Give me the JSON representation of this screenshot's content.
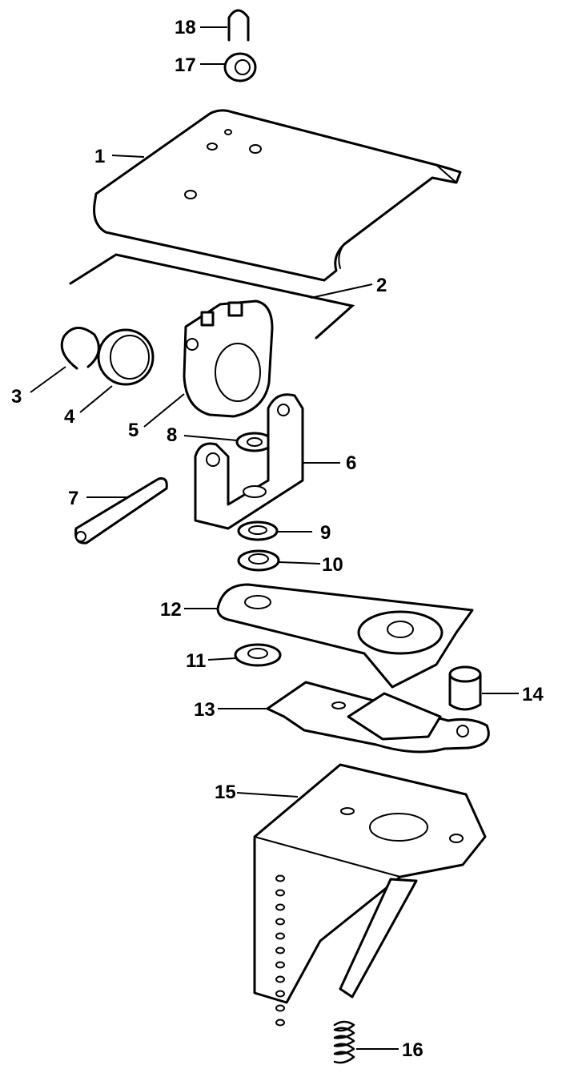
{
  "callouts": [
    {
      "id": "18",
      "label": "18"
    },
    {
      "id": "17",
      "label": "17"
    },
    {
      "id": "1",
      "label": "1"
    },
    {
      "id": "2",
      "label": "2"
    },
    {
      "id": "3",
      "label": "3"
    },
    {
      "id": "4",
      "label": "4"
    },
    {
      "id": "5",
      "label": "5"
    },
    {
      "id": "8",
      "label": "8"
    },
    {
      "id": "6",
      "label": "6"
    },
    {
      "id": "7",
      "label": "7"
    },
    {
      "id": "9",
      "label": "9"
    },
    {
      "id": "10",
      "label": "10"
    },
    {
      "id": "12",
      "label": "12"
    },
    {
      "id": "11",
      "label": "11"
    },
    {
      "id": "14",
      "label": "14"
    },
    {
      "id": "13",
      "label": "13"
    },
    {
      "id": "15",
      "label": "15"
    },
    {
      "id": "16",
      "label": "16"
    }
  ]
}
